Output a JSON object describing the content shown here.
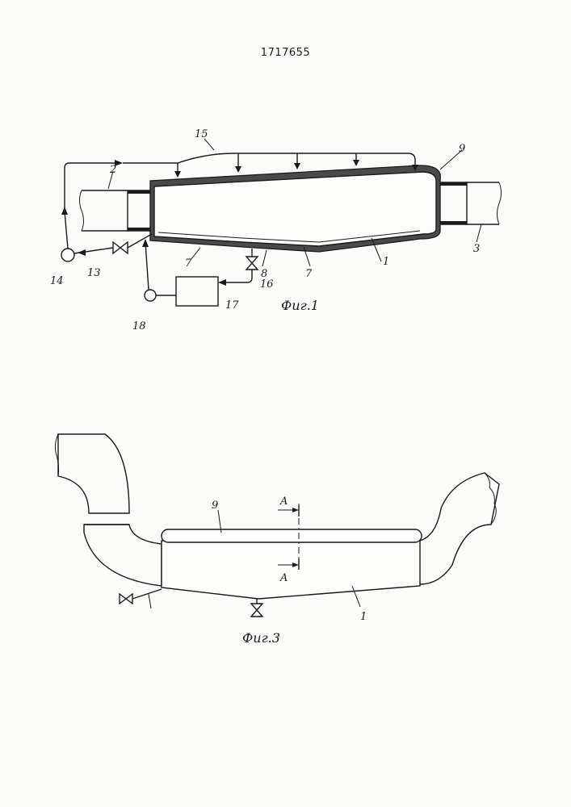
{
  "document": {
    "patent_number": "1717655"
  },
  "figure1": {
    "caption": "Фиг.1",
    "labels": {
      "l15": "15",
      "l9": "9",
      "l2": "2",
      "l3": "3",
      "l1": "1",
      "l7a": "7",
      "l7b": "7",
      "l8": "8",
      "l16": "16",
      "l13": "13",
      "l14": "14",
      "l17": "17",
      "l18": "18"
    }
  },
  "figure3": {
    "caption": "Фиг.3",
    "labels": {
      "l9": "9",
      "l1": "1",
      "lA_top": "A",
      "lA_bottom": "A"
    }
  }
}
